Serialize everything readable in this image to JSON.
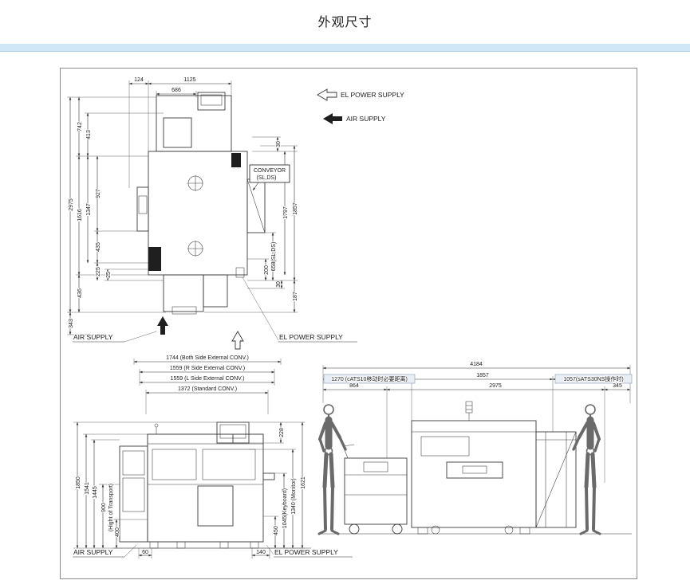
{
  "page": {
    "title": "外观尺寸"
  },
  "colors": {
    "divider": "#cfe8f7",
    "line": "#333333",
    "highlight_box": "#e9eef4"
  },
  "legend": {
    "el_power": "EL POWER SUPPLY",
    "air": "AIR SUPPLY"
  },
  "top_view": {
    "labels": {
      "conveyor_line1": "CONVEYOR",
      "conveyor_line2": "(SL,DS)",
      "air_supply": "AIR SUPPLY",
      "el_power_supply": "EL POWER SUPPLY"
    },
    "dims": {
      "w124": "124",
      "w1125": "1125",
      "w686": "686",
      "h742": "742",
      "h413": "413",
      "h2975": "2975",
      "h1616": "1616",
      "h1347": "1347",
      "h927": "927",
      "h435": "435",
      "h225": "225",
      "h25": "25",
      "h436": "436",
      "h343": "343",
      "r30_top": "30",
      "r1797": "1797",
      "r1857": "1857",
      "r200": "200",
      "r658": "658(SL,DS)",
      "r30_bottom": "30",
      "r187": "187"
    }
  },
  "front_view": {
    "top_dims": {
      "both_side": "1744 (Both Side External CONV.)",
      "r_side": "1559 (R Side External CONV.)",
      "l_side": "1559 (L Side External CONV.)",
      "standard": "1372 (Standard CONV.)"
    },
    "left_dims": {
      "h1850": "1850",
      "h1541": "1541",
      "h1445": "1445",
      "h900": "900",
      "h900_note": "(Hight of Transport)",
      "h400": "400"
    },
    "right_dims": {
      "h228": "228",
      "h450": "450",
      "h1045": "1045(Keyboard)",
      "h1340": "1340 (Monitor)",
      "h1621": "1621"
    },
    "bottom": {
      "air_supply": "AIR SUPPLY",
      "w60": "60",
      "w140": "140",
      "el_power_supply": "EL POWER SUPPLY"
    }
  },
  "side_view": {
    "dims": {
      "total": "4184",
      "left_clearance": "1270 (cATS10移动时必要距离)",
      "mid": "1857",
      "right_clearance": "1057(sATS30NS操作时)",
      "w864": "864",
      "w2975": "2975",
      "w345": "345"
    }
  }
}
